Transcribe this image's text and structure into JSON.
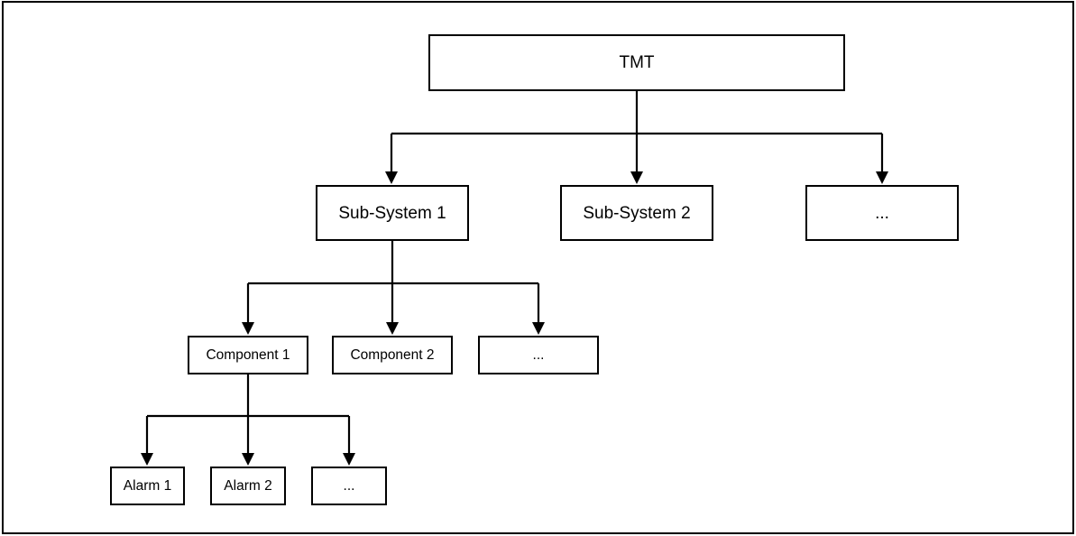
{
  "diagram": {
    "type": "tree-hierarchy",
    "colors": {
      "line": "#000000",
      "box_border": "#000000",
      "box_fill": "#ffffff",
      "text": "#000000",
      "background": "#ffffff"
    },
    "nodes": {
      "root": {
        "label": "TMT"
      },
      "subsystem1": {
        "label": "Sub-System 1"
      },
      "subsystem2": {
        "label": "Sub-System 2"
      },
      "subsystem_more": {
        "label": "..."
      },
      "component1": {
        "label": "Component 1"
      },
      "component2": {
        "label": "Component 2"
      },
      "component_more": {
        "label": "..."
      },
      "alarm1": {
        "label": "Alarm 1"
      },
      "alarm2": {
        "label": "Alarm 2"
      },
      "alarm_more": {
        "label": "..."
      }
    },
    "edges": [
      {
        "from": "TMT",
        "to": "Sub-System 1"
      },
      {
        "from": "TMT",
        "to": "Sub-System 2"
      },
      {
        "from": "TMT",
        "to": "..."
      },
      {
        "from": "Sub-System 1",
        "to": "Component 1"
      },
      {
        "from": "Sub-System 1",
        "to": "Component 2"
      },
      {
        "from": "Sub-System 1",
        "to": "..."
      },
      {
        "from": "Component 1",
        "to": "Alarm 1"
      },
      {
        "from": "Component 1",
        "to": "Alarm 2"
      },
      {
        "from": "Component 1",
        "to": "..."
      }
    ]
  }
}
